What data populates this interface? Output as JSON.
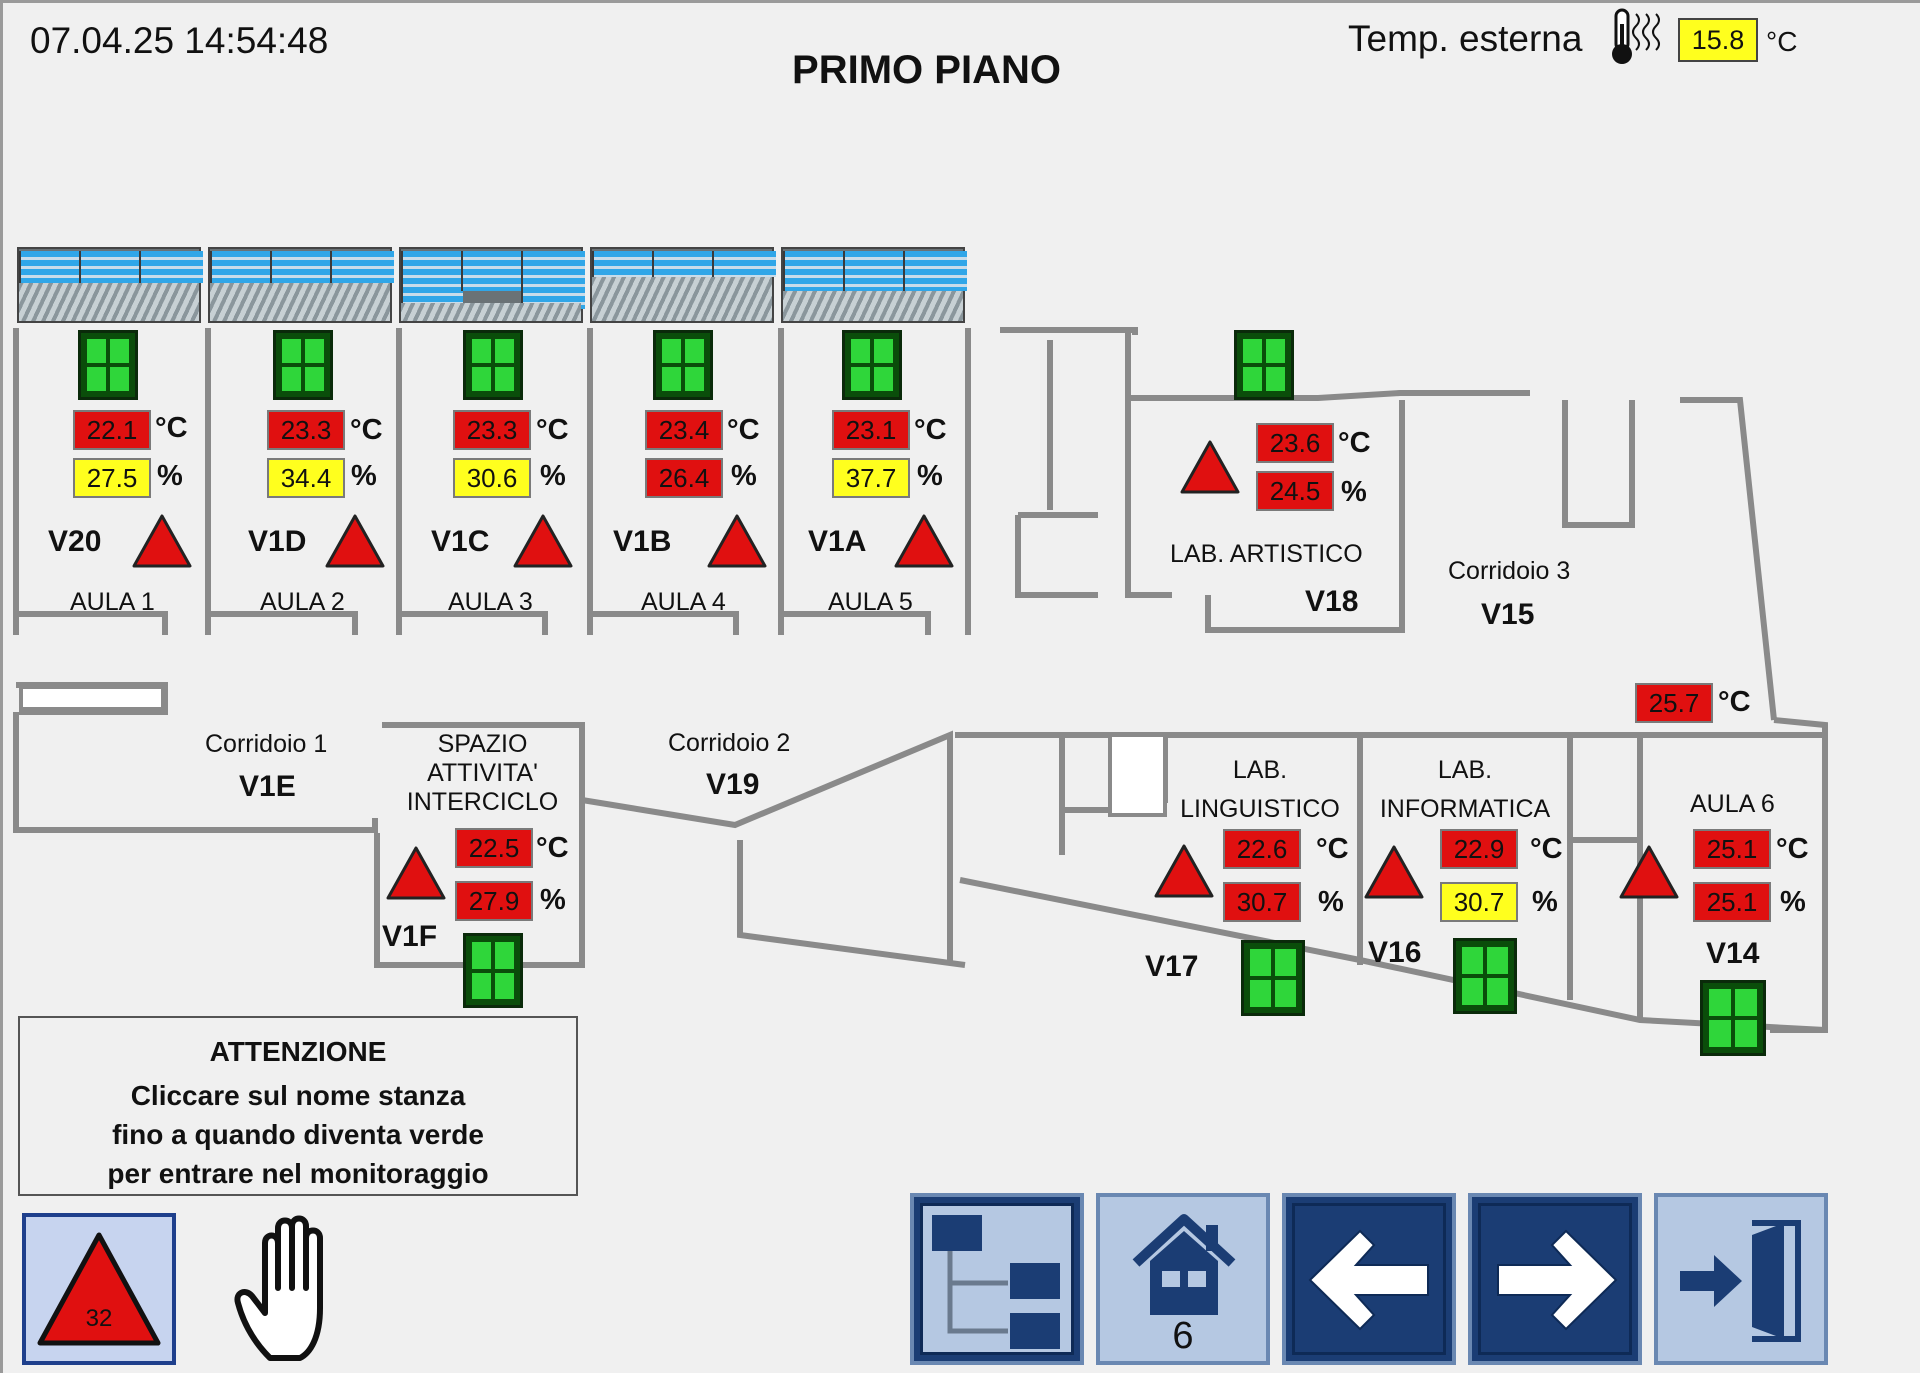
{
  "header": {
    "datetime": "07.04.25  14:54:48",
    "title": "PRIMO PIANO",
    "external_temp_label": "Temp. esterna",
    "external_temp_value": "15.8",
    "external_temp_unit": "°C"
  },
  "units": {
    "temp": "°C",
    "hum": "%"
  },
  "colors": {
    "alarm_red": "#e01010",
    "warn_yellow": "#ffff1e",
    "window_green": "#2fd63a",
    "nav_blue": "#1b3d74"
  },
  "rooms": {
    "aula1": {
      "name": "AULA 1",
      "code": "V20",
      "temp": "22.1",
      "hum": "27.5",
      "temp_color": "red",
      "hum_color": "yellow"
    },
    "aula2": {
      "name": "AULA 2",
      "code": "V1D",
      "temp": "23.3",
      "hum": "34.4",
      "temp_color": "red",
      "hum_color": "yellow"
    },
    "aula3": {
      "name": "AULA 3",
      "code": "V1C",
      "temp": "23.3",
      "hum": "30.6",
      "temp_color": "red",
      "hum_color": "yellow"
    },
    "aula4": {
      "name": "AULA 4",
      "code": "V1B",
      "temp": "23.4",
      "hum": "26.4",
      "temp_color": "red",
      "hum_color": "red"
    },
    "aula5": {
      "name": "AULA 5",
      "code": "V1A",
      "temp": "23.1",
      "hum": "37.7",
      "temp_color": "red",
      "hum_color": "yellow"
    },
    "lab_artistico": {
      "name": "LAB. ARTISTICO",
      "code": "V18",
      "temp": "23.6",
      "hum": "24.5",
      "temp_color": "red",
      "hum_color": "red"
    },
    "spazio": {
      "name_line1": "SPAZIO",
      "name_line2": "ATTIVITA'",
      "name_line3": "INTERCICLO",
      "code": "V1F",
      "temp": "22.5",
      "hum": "27.9",
      "temp_color": "red",
      "hum_color": "red"
    },
    "lab_linguistico": {
      "name_line1": "LAB.",
      "name_line2": "LINGUISTICO",
      "code": "V17",
      "temp": "22.6",
      "hum": "30.7",
      "temp_color": "red",
      "hum_color": "red"
    },
    "lab_informatica": {
      "name_line1": "LAB.",
      "name_line2": "INFORMATICA",
      "code": "V16",
      "temp": "22.9",
      "hum": "30.7",
      "temp_color": "red",
      "hum_color": "yellow"
    },
    "aula6": {
      "name": "AULA 6",
      "code": "V14",
      "temp": "25.1",
      "hum": "25.1",
      "temp_color": "red",
      "hum_color": "red"
    }
  },
  "corridors": {
    "c1": {
      "name": "Corridoio 1",
      "code": "V1E"
    },
    "c2": {
      "name": "Corridoio 2",
      "code": "V19"
    },
    "c3": {
      "name": "Corridoio 3",
      "code": "V15",
      "temp": "25.7"
    }
  },
  "notice": {
    "title": "ATTENZIONE",
    "line1": "Cliccare sul nome stanza",
    "line2": "fino a quando diventa verde",
    "line3": "per entrare nel monitoraggio"
  },
  "footer": {
    "alarm_count": "32",
    "home_badge": "6",
    "icons": [
      "alarm-icon",
      "hand-icon",
      "tree-icon",
      "home-icon",
      "arrow-left-icon",
      "arrow-right-icon",
      "exit-door-icon"
    ]
  }
}
